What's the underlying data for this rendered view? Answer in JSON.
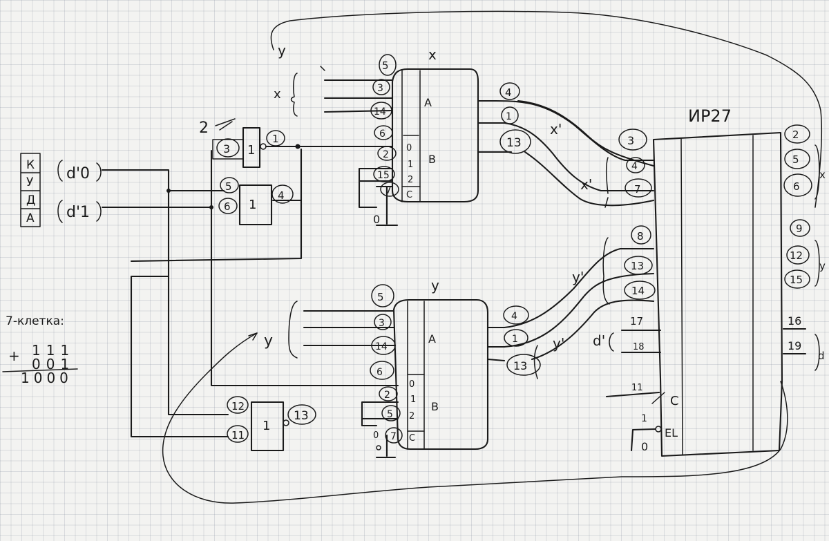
{
  "side_table": {
    "letters": [
      "К",
      "У",
      "Д",
      "А"
    ],
    "signals": [
      "d'0",
      "d'1"
    ]
  },
  "gate_top": {
    "symbol": "1",
    "out_pin": "1",
    "in_pin": "3",
    "label": "2"
  },
  "gate_mid": {
    "symbol": "1",
    "out_pin": "4",
    "in_pins": [
      "5",
      "6"
    ]
  },
  "gate_bottom": {
    "symbol": "1",
    "out_pin": "13",
    "in_pins": [
      "12",
      "11"
    ]
  },
  "mux_top": {
    "title": "x",
    "fields": [
      "A",
      "B"
    ],
    "sel": [
      "0",
      "1",
      "2",
      "C"
    ],
    "in_pins": [
      "5",
      "3",
      "14"
    ],
    "sel_pins": [
      "6",
      "2",
      "15",
      "7"
    ],
    "out_pins": [
      "4",
      "1",
      "13"
    ],
    "ground": "0",
    "input_label": "y",
    "bus_label": "x"
  },
  "mux_bottom": {
    "title": "y",
    "fields": [
      "A",
      "B"
    ],
    "sel": [
      "0",
      "1",
      "2",
      "C"
    ],
    "in_pins": [
      "5",
      "3",
      "14"
    ],
    "sel_pins": [
      "6",
      "2",
      "5",
      "7"
    ],
    "out_pins": [
      "4",
      "1",
      "13"
    ],
    "ground": "0",
    "input_label": "y"
  },
  "register": {
    "title": "ИР27",
    "left_pins": [
      "3",
      "4",
      "7",
      "8",
      "13",
      "14",
      "17",
      "18"
    ],
    "right_pins": [
      "2",
      "5",
      "6",
      "9",
      "12",
      "15",
      "16",
      "19"
    ],
    "ctrl_pins": [
      "11",
      "1"
    ],
    "ctrl_labels": [
      "C",
      "EL"
    ],
    "ground": "0",
    "bus_labels": [
      "x'",
      "x'",
      "y'",
      "y'",
      "d'"
    ],
    "out_labels": [
      "x",
      "y",
      "d"
    ]
  },
  "note": {
    "title": "7-клетка:",
    "op": "+",
    "row1": "111",
    "row2": "001",
    "sum": "1000"
  }
}
